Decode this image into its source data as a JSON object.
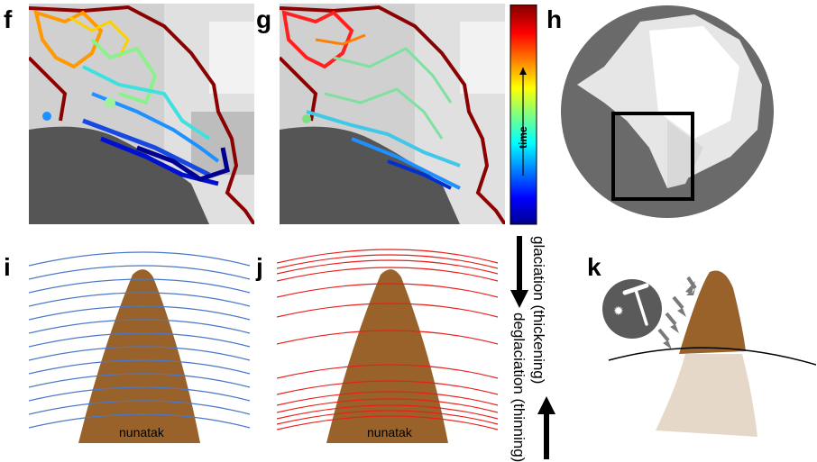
{
  "panels": {
    "f": "f",
    "g": "g",
    "h": "h",
    "i": "i",
    "j": "j",
    "k": "k"
  },
  "colorbar": {
    "label": "time",
    "colors": [
      "#00008f",
      "#0000ff",
      "#0080ff",
      "#00ffff",
      "#80ff80",
      "#ffff00",
      "#ff8000",
      "#ff0000",
      "#800000"
    ]
  },
  "profiles": {
    "i_label": "nunatak",
    "j_label": "nunatak",
    "i_line_color": "#4a78c8",
    "j_line_color": "#e8201c",
    "rock_color": "#99622b",
    "buried_rock_color": "#e6d8c8"
  },
  "arrows": {
    "glaciation": "glaciation (thickening)",
    "deglaciation": "deglaciation (thinning)"
  }
}
